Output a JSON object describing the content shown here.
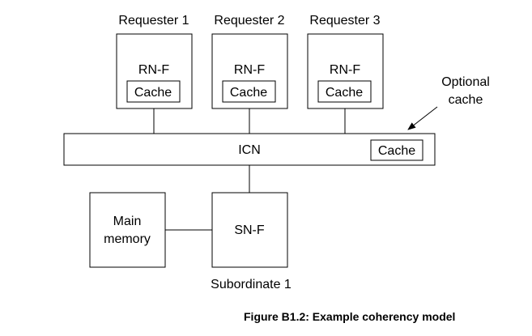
{
  "requesters": [
    {
      "title": "Requester 1",
      "node": "RN-F",
      "cache": "Cache"
    },
    {
      "title": "Requester 2",
      "node": "RN-F",
      "cache": "Cache"
    },
    {
      "title": "Requester 3",
      "node": "RN-F",
      "cache": "Cache"
    }
  ],
  "interconnect": {
    "label": "ICN",
    "cache": "Cache"
  },
  "optional_note": {
    "line1": "Optional",
    "line2": "cache"
  },
  "memory": {
    "line1": "Main",
    "line2": "memory"
  },
  "subordinate": {
    "node": "SN-F",
    "title": "Subordinate 1"
  },
  "caption": "Figure B1.2: Example coherency model",
  "colors": {
    "stroke": "#000000",
    "background": "#ffffff"
  }
}
